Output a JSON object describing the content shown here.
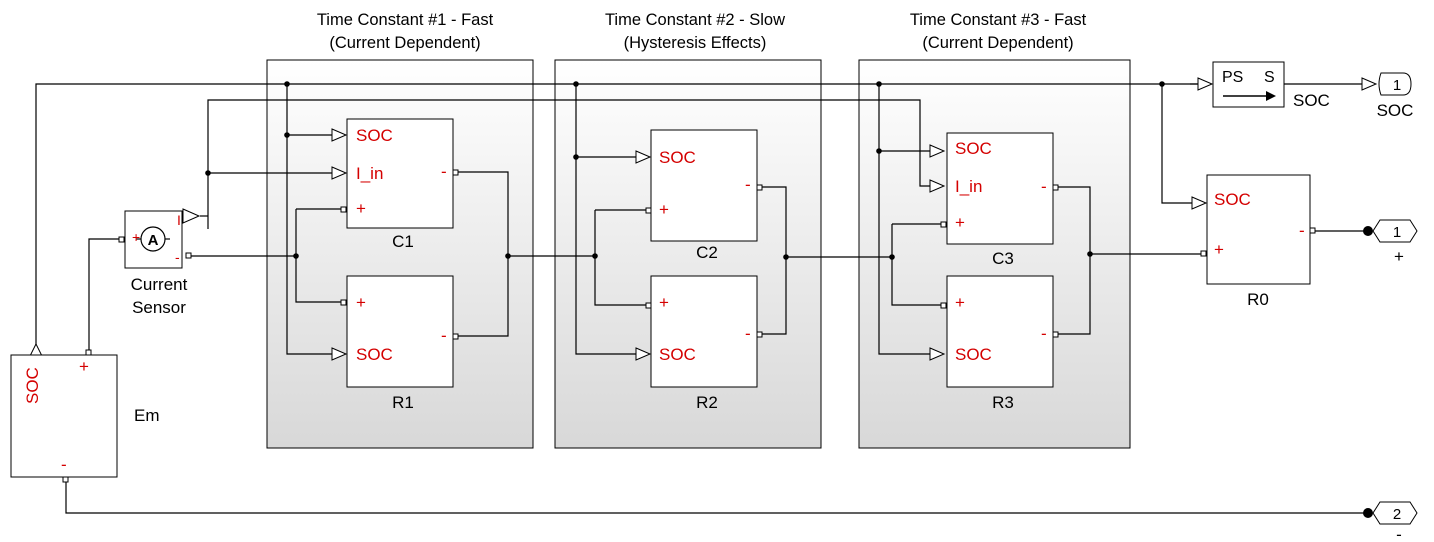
{
  "subsystems": [
    {
      "title_line1": "Time Constant #1 - Fast",
      "title_line2": "(Current Dependent)"
    },
    {
      "title_line1": "Time Constant #2 - Slow",
      "title_line2": "(Hysteresis Effects)"
    },
    {
      "title_line1": "Time Constant #3 - Fast",
      "title_line2": "(Current Dependent)"
    }
  ],
  "blocks": {
    "c1": {
      "name": "C1",
      "port_soc": "SOC",
      "port_iin": "I_in",
      "port_plus": "+",
      "port_minus": "-"
    },
    "r1": {
      "name": "R1",
      "port_soc": "SOC",
      "port_plus": "+",
      "port_minus": "-"
    },
    "c2": {
      "name": "C2",
      "port_soc": "SOC",
      "port_plus": "+",
      "port_minus": "-"
    },
    "r2": {
      "name": "R2",
      "port_soc": "SOC",
      "port_plus": "+",
      "port_minus": "-"
    },
    "c3": {
      "name": "C3",
      "port_soc": "SOC",
      "port_iin": "I_in",
      "port_plus": "+",
      "port_minus": "-"
    },
    "r3": {
      "name": "R3",
      "port_soc": "SOC",
      "port_plus": "+",
      "port_minus": "-"
    },
    "r0": {
      "name": "R0",
      "port_soc": "SOC",
      "port_plus": "+",
      "port_minus": "-"
    },
    "em": {
      "name": "Em",
      "port_soc": "SOC",
      "port_plus": "+",
      "port_minus": "-"
    },
    "current_sensor": {
      "name_line1": "Current",
      "name_line2": "Sensor",
      "symbol": "A",
      "port_i": "I",
      "port_plus": "+",
      "port_minus": "-"
    },
    "ps_converter": {
      "label_ps": "PS",
      "label_s": "S",
      "signal_name": "SOC"
    }
  },
  "outports": [
    {
      "number": "1",
      "label": "SOC"
    },
    {
      "number": "1",
      "label": "+"
    },
    {
      "number": "2",
      "label": "-"
    }
  ]
}
